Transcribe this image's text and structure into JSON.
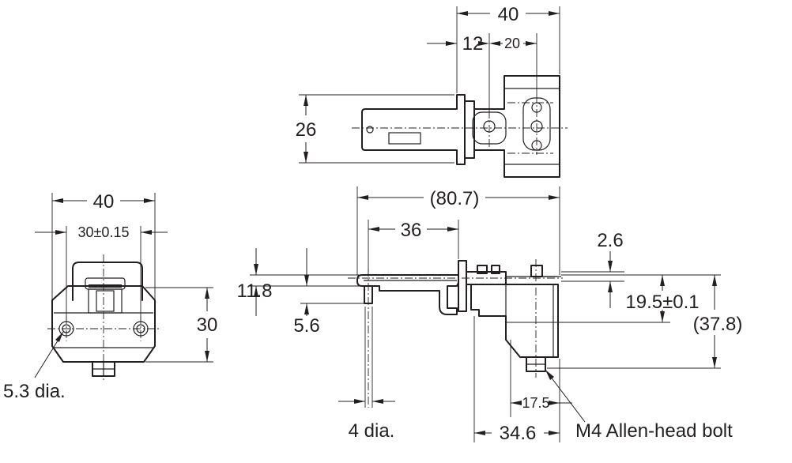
{
  "top_view": {
    "dim_overall_width": "40",
    "dim_offset": "12",
    "dim_hole_spacing": "20",
    "dim_height": "26"
  },
  "front_view": {
    "dim_width": "40",
    "dim_hole_spacing": "30±0.15",
    "dim_height": "30",
    "hole_label": "5.3 dia."
  },
  "side_view": {
    "dim_overall_length": "(80.7)",
    "dim_length_36": "36",
    "dim_11_8": "11.8",
    "dim_5_6": "5.6",
    "dim_2_6": "2.6",
    "dim_19_5": "19.5±0.1",
    "dim_37_8": "(37.8)",
    "dim_17_5": "17.5",
    "dim_34_6": "34.6",
    "pin_label": "4 dia.",
    "bolt_label": "M4 Allen-head bolt"
  }
}
